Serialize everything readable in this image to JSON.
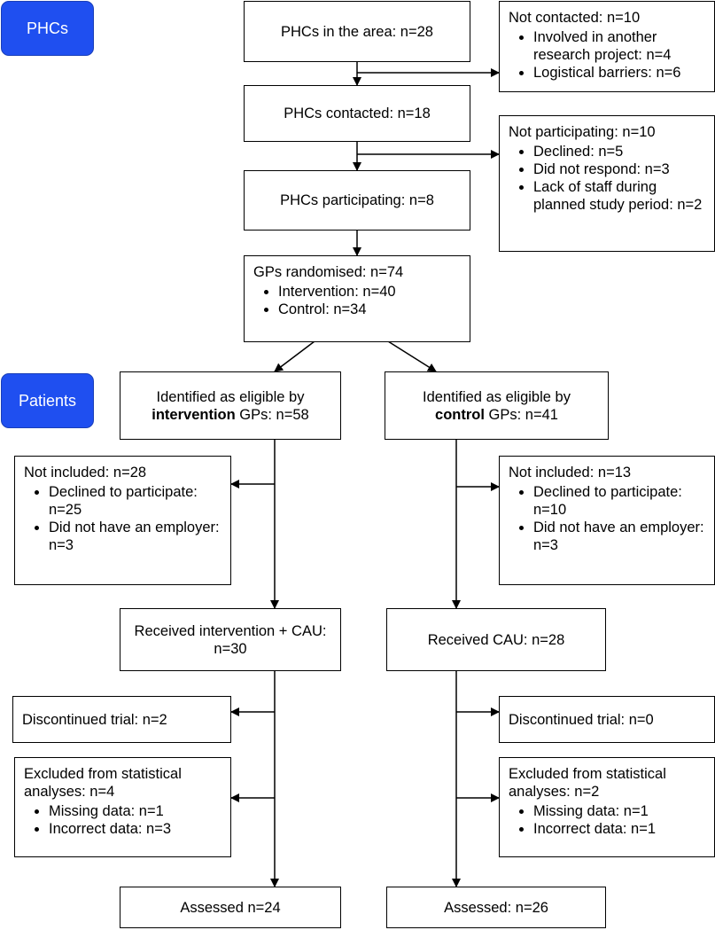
{
  "labels": {
    "phcs": "PHCs",
    "patients": "Patients"
  },
  "boxes": {
    "phcs_area": "PHCs in the area: n=28",
    "phcs_contacted": "PHCs contacted: n=18",
    "phcs_participating": "PHCs participating: n=8",
    "not_contacted": {
      "title": "Not contacted: n=10",
      "items": [
        "Involved in another research project: n=4",
        "Logistical barriers: n=6"
      ]
    },
    "not_participating": {
      "title": "Not participating: n=10",
      "items": [
        "Declined: n=5",
        "Did not respond: n=3",
        "Lack of staff during planned study period: n=2"
      ]
    },
    "gps_randomised": {
      "title": "GPs randomised: n=74",
      "items": [
        "Intervention: n=40",
        "Control: n=34"
      ]
    },
    "eligible_intervention": {
      "line1": "Identified as eligible by",
      "bold": "intervention",
      "rest": " GPs: n=58"
    },
    "eligible_control": {
      "line1": "Identified as eligible by",
      "bold": "control",
      "rest": " GPs: n=41"
    },
    "not_included_left": {
      "title": "Not included: n=28",
      "items": [
        "Declined to participate: n=25",
        "Did not have an employer: n=3"
      ]
    },
    "not_included_right": {
      "title": "Not included: n=13",
      "items": [
        "Declined to participate: n=10",
        "Did not have an employer: n=3"
      ]
    },
    "received_intervention": "Received intervention + CAU: n=30",
    "received_cau": "Received CAU: n=28",
    "discontinued_left": "Discontinued trial: n=2",
    "discontinued_right": "Discontinued trial: n=0",
    "excluded_left": {
      "title": "Excluded from statistical analyses: n=4",
      "items": [
        "Missing data: n=1",
        "Incorrect data: n=3"
      ]
    },
    "excluded_right": {
      "title": "Excluded from statistical analyses: n=2",
      "items": [
        "Missing data: n=1",
        "Incorrect data: n=1"
      ]
    },
    "assessed_left": "Assessed n=24",
    "assessed_right": "Assessed: n=26"
  }
}
